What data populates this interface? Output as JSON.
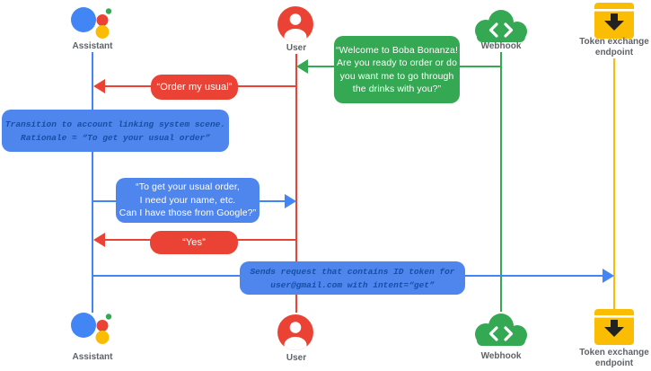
{
  "actors": {
    "assistant": {
      "label": "Assistant"
    },
    "user": {
      "label": "User"
    },
    "webhook": {
      "label": "Webhook"
    },
    "token_endpoint": {
      "label": "Token exchange endpoint"
    }
  },
  "messages": {
    "welcome": {
      "from": "webhook",
      "to": "user",
      "text": "“Welcome to Boba Bonanza!\nAre you ready to order or do\nyou want me to go through\nthe drinks with you?”"
    },
    "order_usual": {
      "from": "user",
      "to": "assistant",
      "text": "“Order my usual”"
    },
    "transition_note": {
      "on": "assistant",
      "text": "Transition to account linking system scene.\nRationale = “To get your usual order”"
    },
    "ask_permission": {
      "from": "assistant",
      "to": "user",
      "text": "“To get your usual order,\nI need your name, etc.\nCan I have those from Google?”"
    },
    "yes": {
      "from": "user",
      "to": "assistant",
      "text": "“Yes”"
    },
    "send_request": {
      "from": "assistant",
      "to": "token_endpoint",
      "text": "Sends request that contains ID token for\nuser@gmail.com with intent=“get”"
    }
  },
  "icons": {
    "assistant": "google-assistant-icon",
    "user": "user-person-icon",
    "webhook": "cloud-code-webhook-icon",
    "token_endpoint": "token-inbox-download-icon"
  },
  "colors": {
    "blue": "#4285F4",
    "blue_box": "#4e86ee",
    "navy_text": "#174ea6",
    "red": "#EA4335",
    "green": "#34A853",
    "yellow": "#FBBC04",
    "icon_arrow_dark": "#212121",
    "label_gray": "#5f6368"
  }
}
